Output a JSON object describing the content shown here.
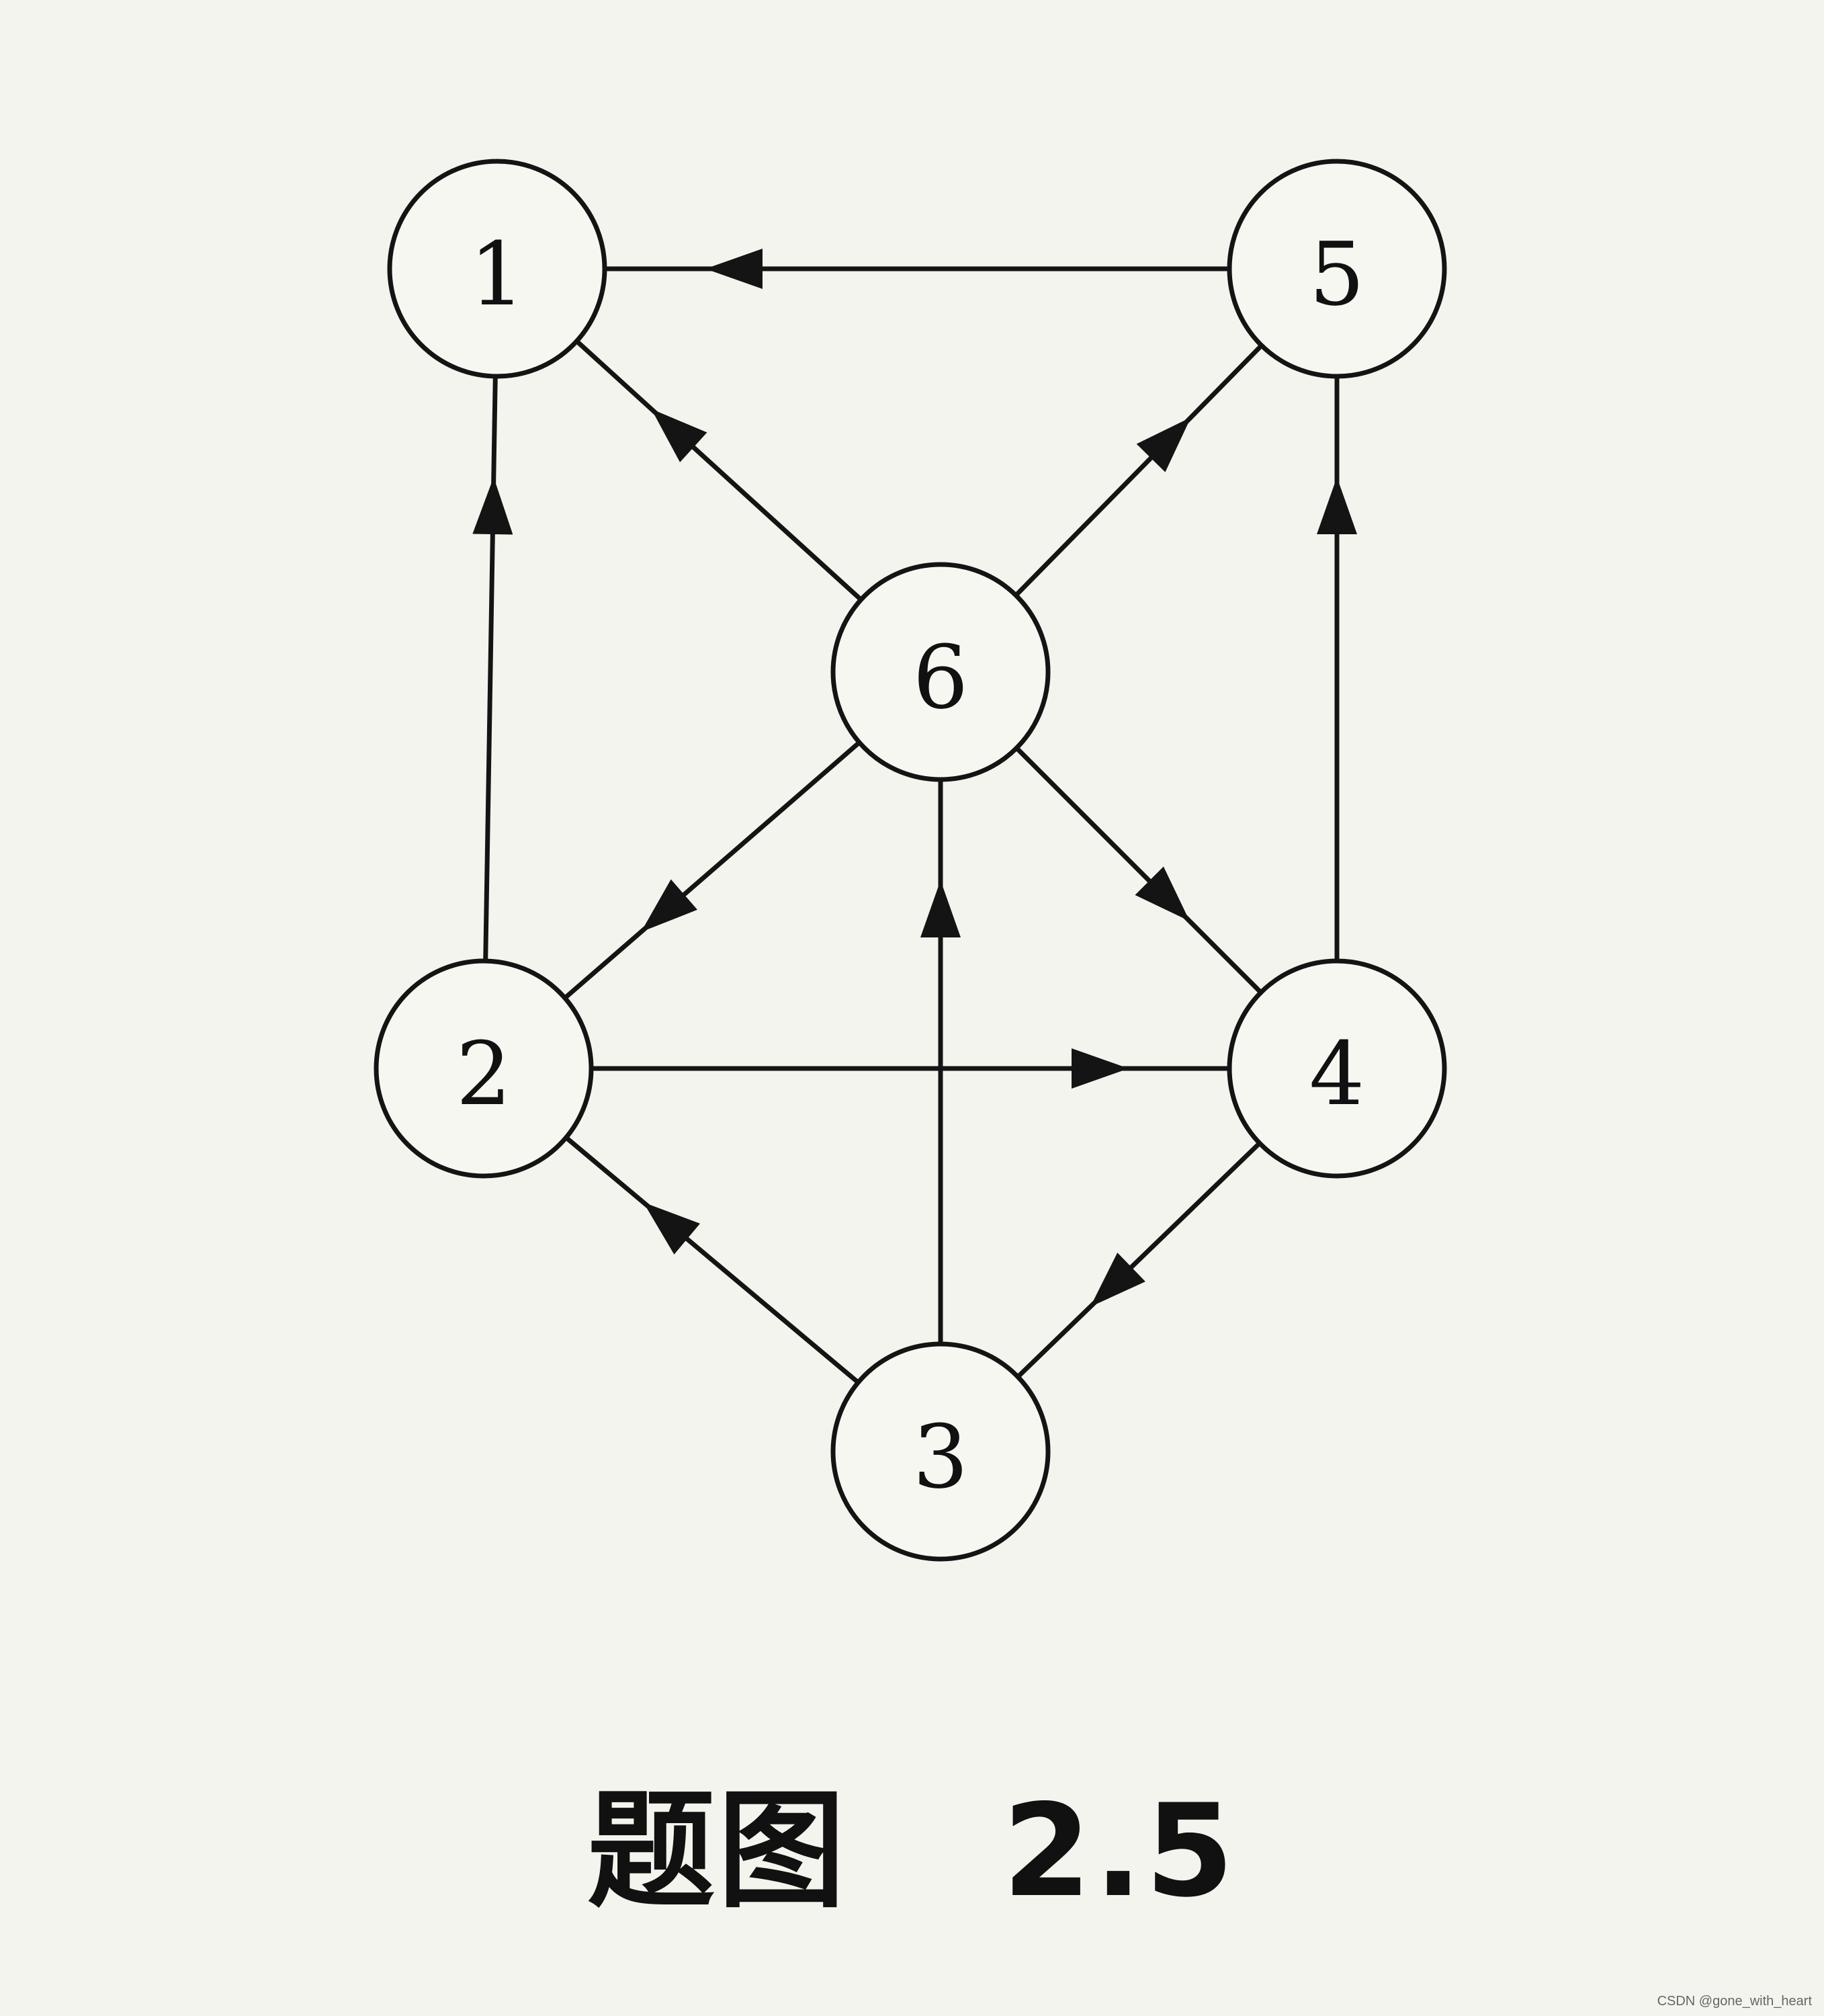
{
  "nodes": [
    {
      "id": "1",
      "label": "1"
    },
    {
      "id": "2",
      "label": "2"
    },
    {
      "id": "3",
      "label": "3"
    },
    {
      "id": "4",
      "label": "4"
    },
    {
      "id": "5",
      "label": "5"
    },
    {
      "id": "6",
      "label": "6"
    }
  ],
  "edges": [
    {
      "from": "5",
      "to": "1"
    },
    {
      "from": "6",
      "to": "1"
    },
    {
      "from": "2",
      "to": "1"
    },
    {
      "from": "6",
      "to": "5"
    },
    {
      "from": "4",
      "to": "5"
    },
    {
      "from": "6",
      "to": "2"
    },
    {
      "from": "6",
      "to": "4"
    },
    {
      "from": "3",
      "to": "6"
    },
    {
      "from": "2",
      "to": "4"
    },
    {
      "from": "3",
      "to": "2"
    },
    {
      "from": "4",
      "to": "3"
    }
  ],
  "caption": {
    "prefix": "题图",
    "number": "2.5"
  },
  "watermark": "CSDN @gone_with_heart"
}
